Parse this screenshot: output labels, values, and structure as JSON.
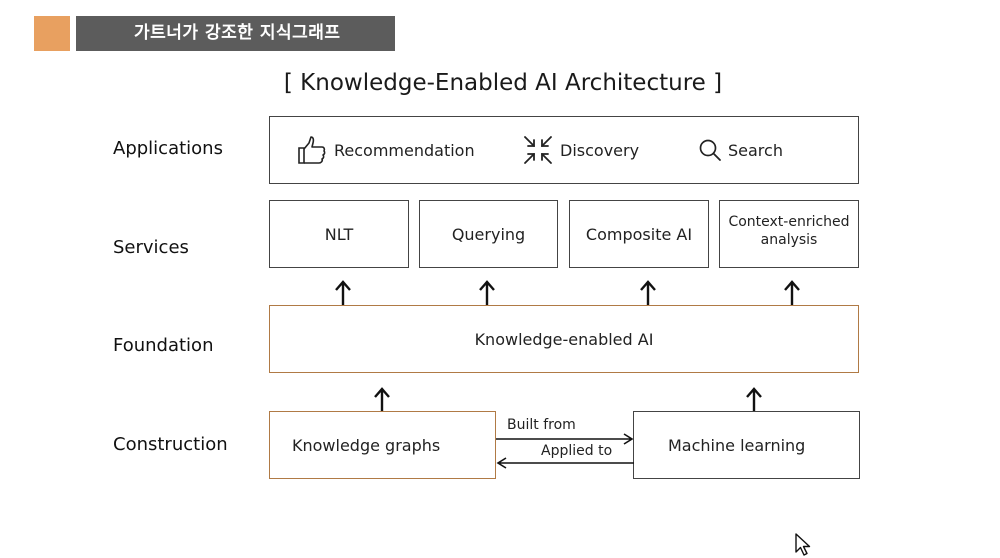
{
  "header": {
    "title": "가트너가 강조한 지식그래프",
    "accent_color": "#e8a060",
    "bar_color": "#5c5c5c"
  },
  "diagram": {
    "title": "[ Knowledge-Enabled AI Architecture ]",
    "layers": {
      "applications": "Applications",
      "services": "Services",
      "foundation": "Foundation",
      "construction": "Construction"
    },
    "applications": [
      {
        "label": "Recommendation",
        "icon": "thumbs-up-icon"
      },
      {
        "label": "Discovery",
        "icon": "converge-arrows-icon"
      },
      {
        "label": "Search",
        "icon": "search-icon"
      }
    ],
    "services": [
      "NLT",
      "Querying",
      "Composite AI",
      "Context-enriched analysis"
    ],
    "foundation": "Knowledge-enabled AI",
    "construction": {
      "left": "Knowledge graphs",
      "right": "Machine learning",
      "edge_top": "Built from",
      "edge_bottom": "Applied to"
    },
    "orange_border_color": "#b07a45"
  }
}
